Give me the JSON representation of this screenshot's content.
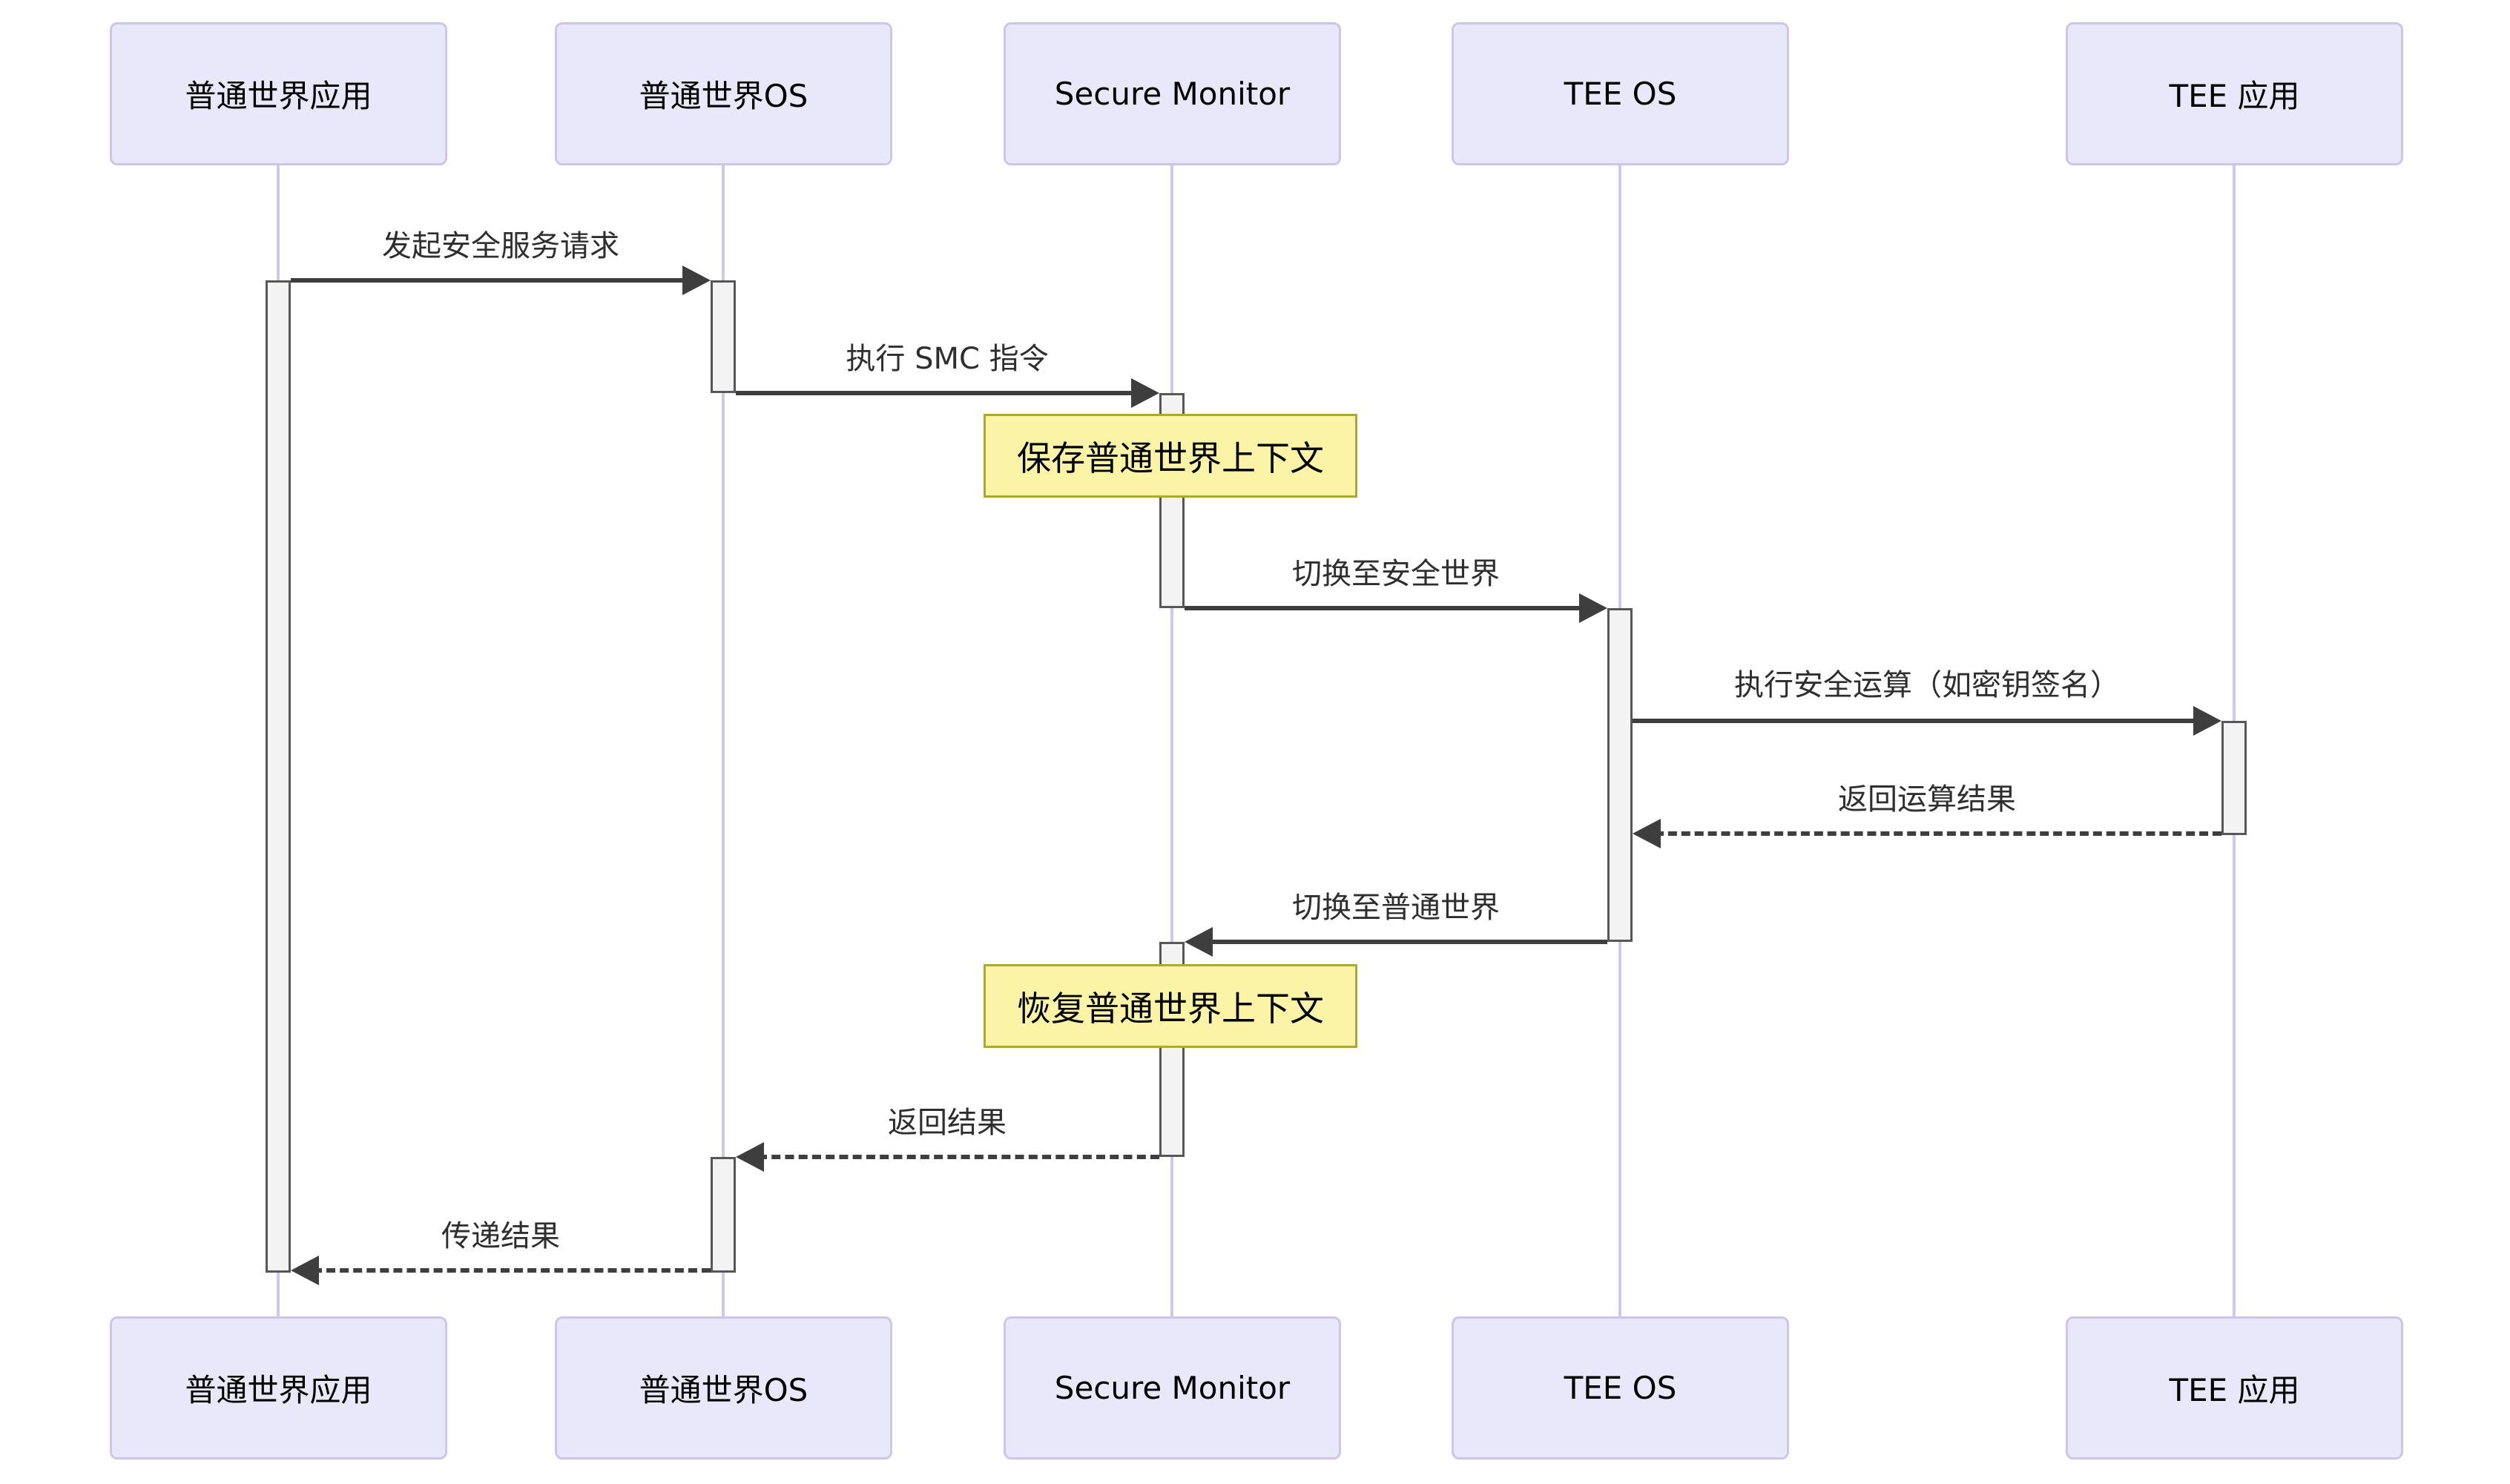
{
  "diagram": {
    "type": "sequence-diagram",
    "participants": [
      {
        "name": "普通世界应用"
      },
      {
        "name": "普通世界OS"
      },
      {
        "name": "Secure Monitor"
      },
      {
        "name": "TEE OS"
      },
      {
        "name": "TEE 应用"
      }
    ],
    "messages": [
      {
        "from": "普通世界应用",
        "to": "普通世界OS",
        "label": "发起安全服务请求",
        "style": "solid"
      },
      {
        "from": "普通世界OS",
        "to": "Secure Monitor",
        "label": "执行 SMC 指令",
        "style": "solid"
      },
      {
        "from": "Secure Monitor",
        "to": "TEE OS",
        "label": "切换至安全世界",
        "style": "solid"
      },
      {
        "from": "TEE OS",
        "to": "TEE 应用",
        "label": "执行安全运算（如密钥签名）",
        "style": "solid"
      },
      {
        "from": "TEE 应用",
        "to": "TEE OS",
        "label": "返回运算结果",
        "style": "dashed"
      },
      {
        "from": "TEE OS",
        "to": "Secure Monitor",
        "label": "切换至普通世界",
        "style": "solid"
      },
      {
        "from": "Secure Monitor",
        "to": "普通世界OS",
        "label": "返回结果",
        "style": "dashed"
      },
      {
        "from": "普通世界OS",
        "to": "普通世界应用",
        "label": "传递结果",
        "style": "dashed"
      }
    ],
    "notes": [
      {
        "over": "Secure Monitor",
        "label": "保存普通世界上下文"
      },
      {
        "over": "Secure Monitor",
        "label": "恢复普通世界上下文"
      }
    ],
    "colors": {
      "actor_fill": "#e9e7fa",
      "actor_border": "#cfc5ec",
      "lifeline": "#cfc8ed",
      "activation_fill": "#f3f3f3",
      "activation_border": "#575757",
      "note_fill": "#fbf3a6",
      "note_border": "#a9a933",
      "arrow": "#3e3e3e",
      "message_text": "#2e2e2e",
      "background": "#ffffff"
    }
  }
}
